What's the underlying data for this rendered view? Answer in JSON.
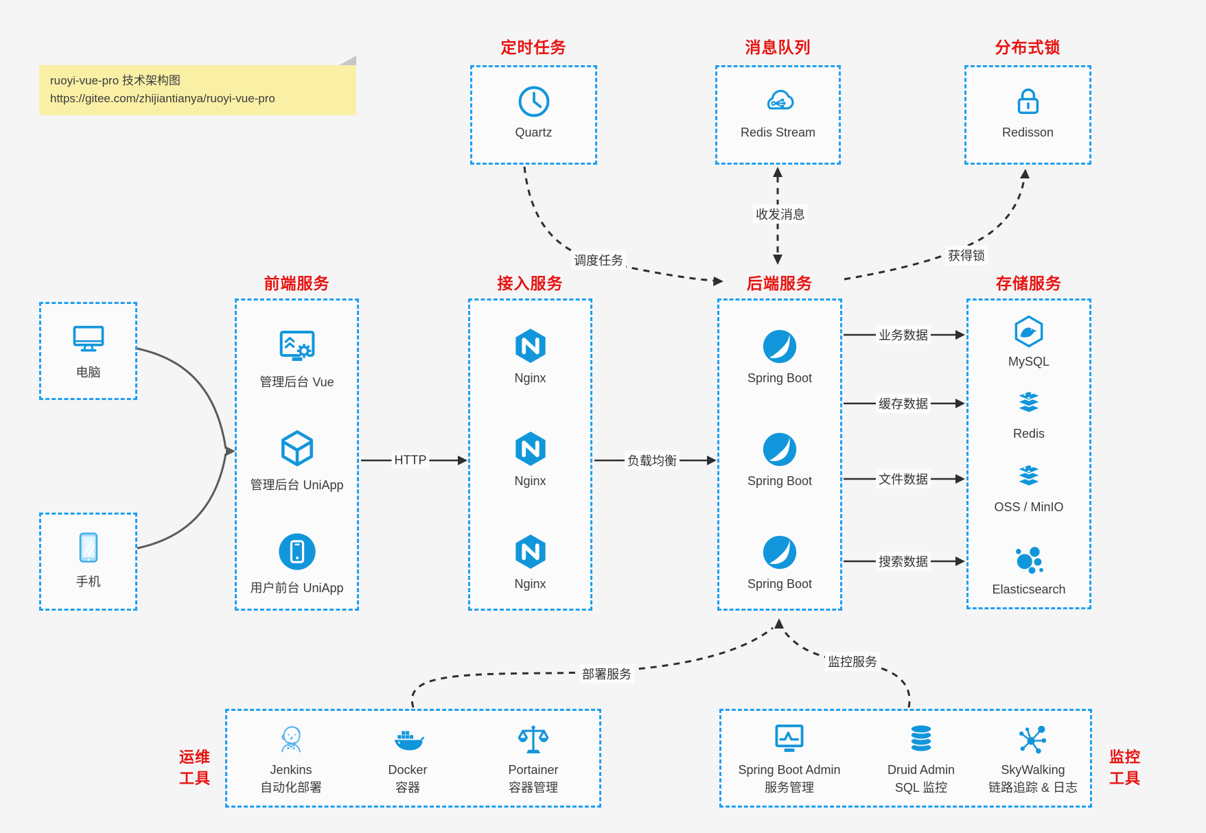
{
  "colors": {
    "accent_blue": "#1296db",
    "border_blue": "#1e9ff2",
    "title_red": "#e8120f",
    "note_bg": "#faf0a5",
    "canvas_bg": "#f5f5f6"
  },
  "note": {
    "line1": "ruoyi-vue-pro 技术架构图",
    "line2": "https://gitee.com/zhijiantianya/ruoyi-vue-pro"
  },
  "top_boxes": [
    {
      "title": "定时任务",
      "label": "Quartz",
      "icon": "clock-icon"
    },
    {
      "title": "消息队列",
      "label": "Redis Stream",
      "icon": "cloud-share-icon"
    },
    {
      "title": "分布式锁",
      "label": "Redisson",
      "icon": "lock-icon"
    }
  ],
  "clients": [
    {
      "label": "电脑",
      "icon": "desktop-icon"
    },
    {
      "label": "手机",
      "icon": "smartphone-icon"
    }
  ],
  "columns": [
    {
      "title": "前端服务",
      "items": [
        {
          "label": "管理后台 Vue",
          "icon": "admin-vue-icon"
        },
        {
          "label": "管理后台 UniApp",
          "icon": "uniapp-cube-icon"
        },
        {
          "label": "用户前台 UniApp",
          "icon": "mobile-app-icon"
        }
      ]
    },
    {
      "title": "接入服务",
      "items": [
        {
          "label": "Nginx",
          "icon": "nginx-icon"
        },
        {
          "label": "Nginx",
          "icon": "nginx-icon"
        },
        {
          "label": "Nginx",
          "icon": "nginx-icon"
        }
      ]
    },
    {
      "title": "后端服务",
      "items": [
        {
          "label": "Spring Boot",
          "icon": "spring-boot-icon"
        },
        {
          "label": "Spring Boot",
          "icon": "spring-boot-icon"
        },
        {
          "label": "Spring Boot",
          "icon": "spring-boot-icon"
        }
      ]
    },
    {
      "title": "存储服务",
      "items": [
        {
          "label": "MySQL",
          "icon": "mysql-icon"
        },
        {
          "label": "Redis",
          "icon": "redis-stack-icon"
        },
        {
          "label": "OSS / MinIO",
          "icon": "storage-stack-icon"
        },
        {
          "label": "Elasticsearch",
          "icon": "elasticsearch-icon"
        }
      ]
    }
  ],
  "bottom_groups": [
    {
      "side_label_line1": "运维",
      "side_label_line2": "工具",
      "items": [
        {
          "name": "Jenkins",
          "desc": "自动化部署",
          "icon": "jenkins-icon"
        },
        {
          "name": "Docker",
          "desc": "容器",
          "icon": "docker-icon"
        },
        {
          "name": "Portainer",
          "desc": "容器管理",
          "icon": "portainer-icon"
        }
      ]
    },
    {
      "side_label_line1": "监控",
      "side_label_line2": "工具",
      "items": [
        {
          "name": "Spring Boot Admin",
          "desc": "服务管理",
          "icon": "spring-boot-admin-icon"
        },
        {
          "name": "Druid Admin",
          "desc": "SQL 监控",
          "icon": "druid-icon"
        },
        {
          "name": "SkyWalking",
          "desc": "链路追踪 & 日志",
          "icon": "skywalking-icon"
        }
      ]
    }
  ],
  "edge_labels": {
    "http": "HTTP",
    "load_balance": "负载均衡",
    "business_data": "业务数据",
    "cache_data": "缓存数据",
    "file_data": "文件数据",
    "search_data": "搜索数据",
    "schedule_task": "调度任务",
    "send_receive_message": "收发消息",
    "acquire_lock": "获得锁",
    "deploy_service": "部署服务",
    "monitor_service": "监控服务"
  }
}
